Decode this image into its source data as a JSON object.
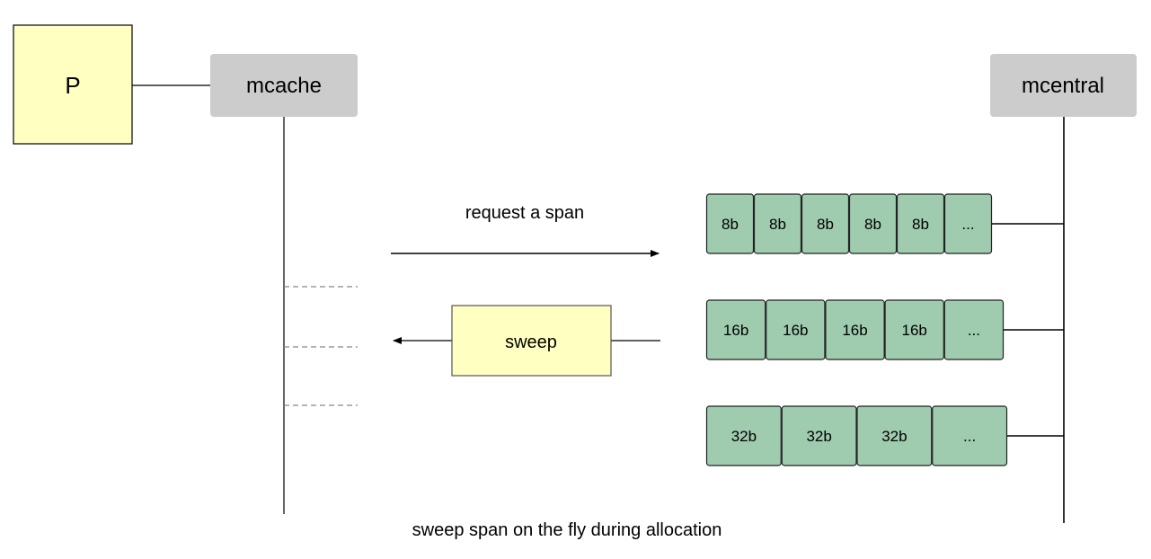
{
  "nodes": {
    "p": "P",
    "mcache": "mcache",
    "mcentral": "mcentral",
    "sweep": "sweep"
  },
  "labels": {
    "request": "request a span",
    "caption": "sweep span on the fly during allocation"
  },
  "span_lists": [
    {
      "size": "8b",
      "cells": [
        "8b",
        "8b",
        "8b",
        "8b",
        "8b",
        "..."
      ]
    },
    {
      "size": "16b",
      "cells": [
        "16b",
        "16b",
        "16b",
        "16b",
        "..."
      ]
    },
    {
      "size": "32b",
      "cells": [
        "32b",
        "32b",
        "32b",
        "..."
      ]
    }
  ],
  "colors": {
    "p_fill": "#FFFFC2",
    "sweep_fill": "#FFFFC2",
    "header_fill": "#CCCCCC",
    "cell_fill": "#9FCBAF",
    "line": "#000000",
    "dashed": "#888888"
  }
}
